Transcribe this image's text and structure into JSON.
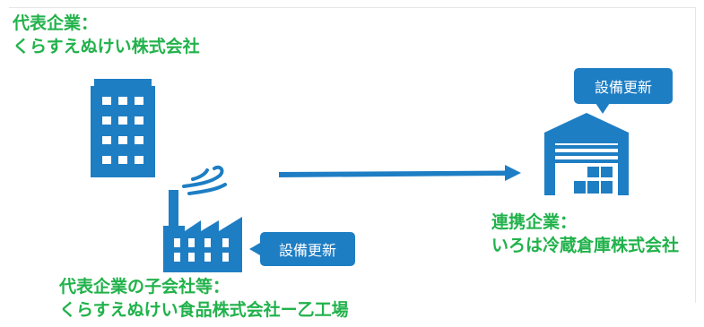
{
  "representative": {
    "role_label": "代表企業：",
    "company_name": "くらすえぬけい株式会社"
  },
  "subsidiary": {
    "role_label": "代表企業の子会社等：",
    "company_name": "くらすえぬけい食品株式会社ー乙工場",
    "callout_label": "設備更新"
  },
  "partner": {
    "role_label": "連携企業：",
    "company_name": "いろは冷蔵倉庫株式会社",
    "callout_label": "設備更新"
  },
  "colors": {
    "icon_blue": "#1e7ec4",
    "label_green": "#21b24b"
  },
  "icons": [
    "office-building-icon",
    "factory-icon",
    "wind-icon",
    "warehouse-icon",
    "arrow-right-icon"
  ]
}
